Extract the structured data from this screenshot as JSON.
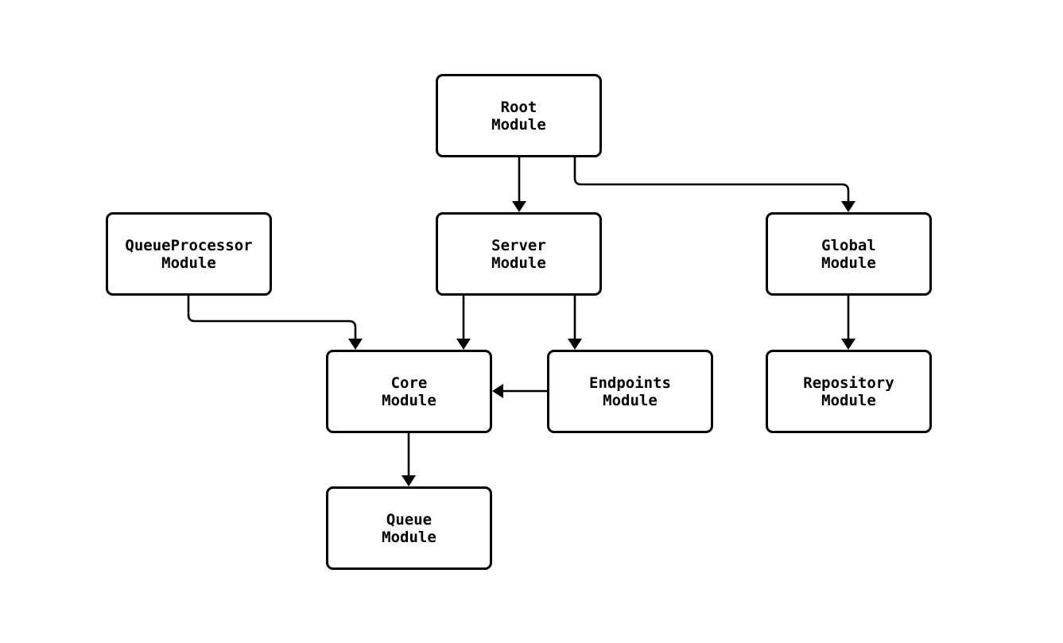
{
  "diagram": {
    "type": "module-dependency-flowchart",
    "background_color": "#ffffff",
    "node_fill_color": "#ffffff",
    "stroke_color": "#000000",
    "nodes": [
      {
        "id": "root",
        "label": "Root\nModule"
      },
      {
        "id": "queueprocessor",
        "label": "QueueProcessor\nModule"
      },
      {
        "id": "server",
        "label": "Server\nModule"
      },
      {
        "id": "global",
        "label": "Global\nModule"
      },
      {
        "id": "core",
        "label": "Core\nModule"
      },
      {
        "id": "endpoints",
        "label": "Endpoints\nModule"
      },
      {
        "id": "repository",
        "label": "Repository\nModule"
      },
      {
        "id": "queue",
        "label": "Queue\nModule"
      }
    ],
    "edges": [
      {
        "from": "root",
        "to": "server"
      },
      {
        "from": "root",
        "to": "global"
      },
      {
        "from": "queueprocessor",
        "to": "core"
      },
      {
        "from": "server",
        "to": "core"
      },
      {
        "from": "server",
        "to": "endpoints"
      },
      {
        "from": "endpoints",
        "to": "core"
      },
      {
        "from": "global",
        "to": "repository"
      },
      {
        "from": "core",
        "to": "queue"
      }
    ]
  }
}
